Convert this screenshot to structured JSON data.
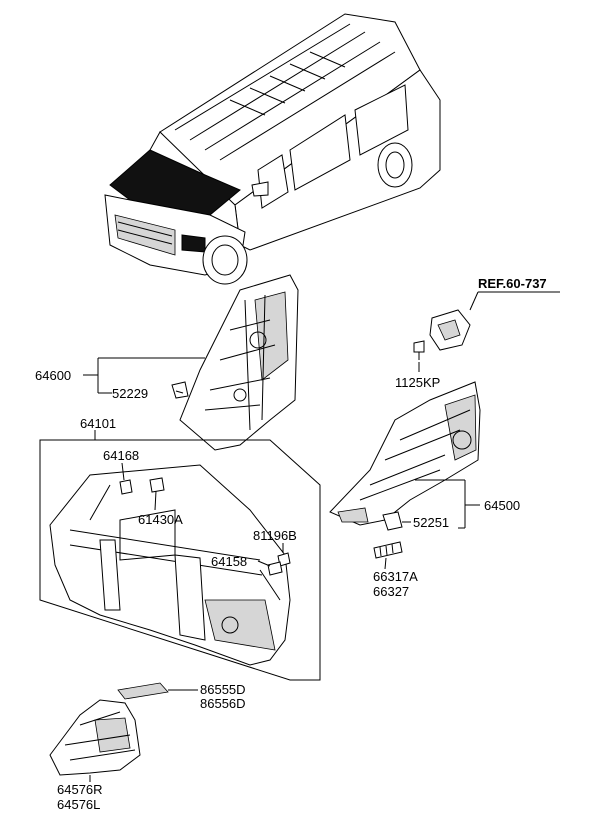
{
  "reference": "REF.60-737",
  "labels": {
    "p64600": "64600",
    "p52229": "52229",
    "p1125KP": "1125KP",
    "p64101": "64101",
    "p64168": "64168",
    "p61430A": "61430A",
    "p81196B": "81196B",
    "p64158": "64158",
    "p64500": "64500",
    "p52251": "52251",
    "p66317A": "66317A",
    "p66327": "66327",
    "p86555D": "86555D",
    "p86556D": "86556D",
    "p64576R": "64576R",
    "p64576L": "64576L"
  }
}
